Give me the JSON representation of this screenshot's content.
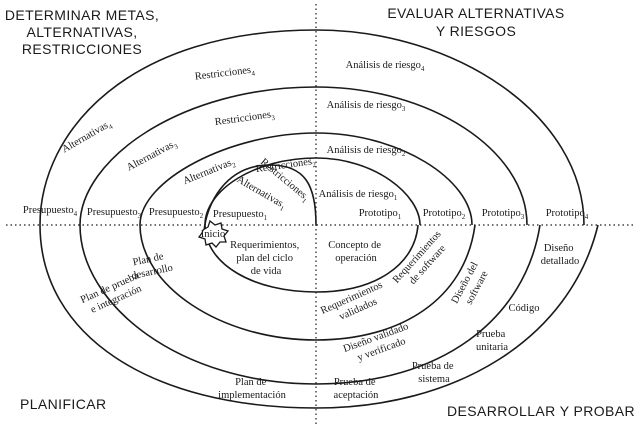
{
  "quadrants": {
    "top_left": [
      "DETERMINAR METAS,",
      "ALTERNATIVAS,",
      "RESTRICCIONES"
    ],
    "top_right": [
      "EVALUAR ALTERNATIVAS",
      "Y RIESGOS"
    ],
    "bottom_left": "PLANIFICAR",
    "bottom_right": "DESARROLLAR Y PROBAR"
  },
  "start_label": "Inicio",
  "labels": {
    "restricciones": [
      {
        "base": "Restricciones",
        "sub": "1"
      },
      {
        "base": "Restricciones",
        "sub": "2"
      },
      {
        "base": "Restricciones",
        "sub": "3"
      },
      {
        "base": "Restricciones",
        "sub": "4"
      }
    ],
    "alternativas": [
      {
        "base": "Alternativas",
        "sub": "1"
      },
      {
        "base": "Alternativas",
        "sub": "2"
      },
      {
        "base": "Alternativas",
        "sub": "3"
      },
      {
        "base": "Alternativas",
        "sub": "4"
      }
    ],
    "presupuesto": [
      {
        "base": "Presupuesto",
        "sub": "1"
      },
      {
        "base": "Presupuesto",
        "sub": "2"
      },
      {
        "base": "Presupuesto",
        "sub": "3"
      },
      {
        "base": "Presupuesto",
        "sub": "4"
      }
    ],
    "analisis_riesgo": [
      {
        "base": "Análisis de riesgo",
        "sub": "1"
      },
      {
        "base": "Análisis de riesgo",
        "sub": "2"
      },
      {
        "base": "Análisis de riesgo",
        "sub": "3"
      },
      {
        "base": "Análisis de riesgo",
        "sub": "4"
      }
    ],
    "prototipo": [
      {
        "base": "Prototipo",
        "sub": "1"
      },
      {
        "base": "Prototipo",
        "sub": "2"
      },
      {
        "base": "Prototipo",
        "sub": "3"
      },
      {
        "base": "Prototipo",
        "sub": "4"
      }
    ],
    "requerimientos_plan": [
      "Requerimientos,",
      "plan del ciclo",
      "de vida"
    ],
    "concepto_operacion": [
      "Concepto de",
      "operación"
    ],
    "plan_desarrollo": [
      "Plan de",
      "desarrollo"
    ],
    "plan_prueba": [
      "Plan de prueba",
      "e integración"
    ],
    "plan_implementacion": [
      "Plan de",
      "implementación"
    ],
    "requerimientos_validados": [
      "Requerimientos",
      "validados"
    ],
    "requerimientos_software": [
      "Requerimientos",
      "de software"
    ],
    "diseno_validado": [
      "Diseño validado",
      "y verificado"
    ],
    "diseno_software": [
      "Diseño del",
      "software"
    ],
    "diseno_detallado": [
      "Diseño",
      "detallado"
    ],
    "codigo": "Código",
    "prueba_unitaria": [
      "Prueba",
      "unitaria"
    ],
    "prueba_sistema": [
      "Prueba de",
      "sistema"
    ],
    "prueba_aceptacion": [
      "Prueba de",
      "aceptación"
    ]
  }
}
